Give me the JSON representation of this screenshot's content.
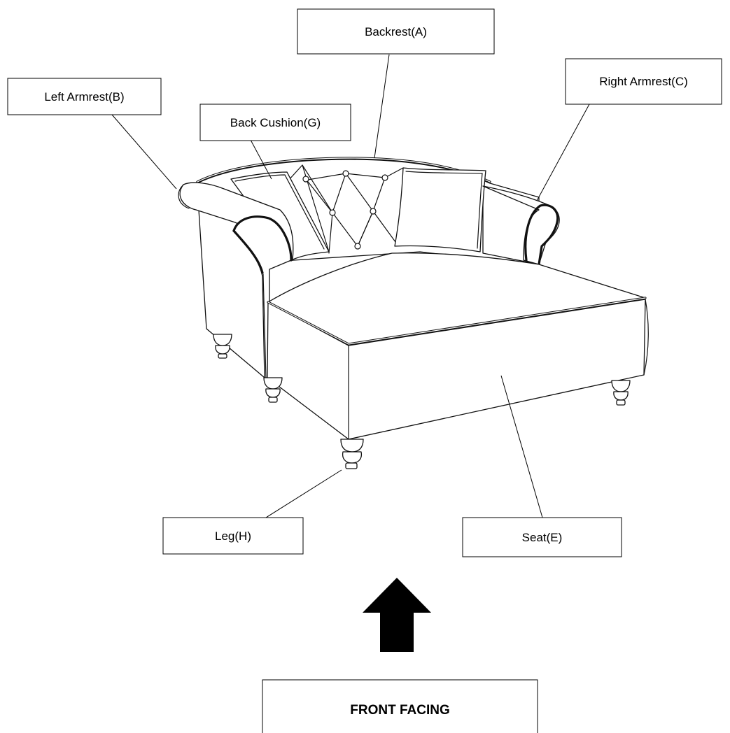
{
  "labels": {
    "backrest": "Backrest(A)",
    "left_armrest": "Left Armrest(B)",
    "right_armrest": "Right Armrest(C)",
    "back_cushion": "Back Cushion(G)",
    "leg": "Leg(H)",
    "seat": "Seat(E)"
  },
  "orientation": {
    "text": "FRONT FACING",
    "arrow": "up-arrow-icon"
  },
  "colors": {
    "line": "#000000",
    "background": "#ffffff"
  }
}
